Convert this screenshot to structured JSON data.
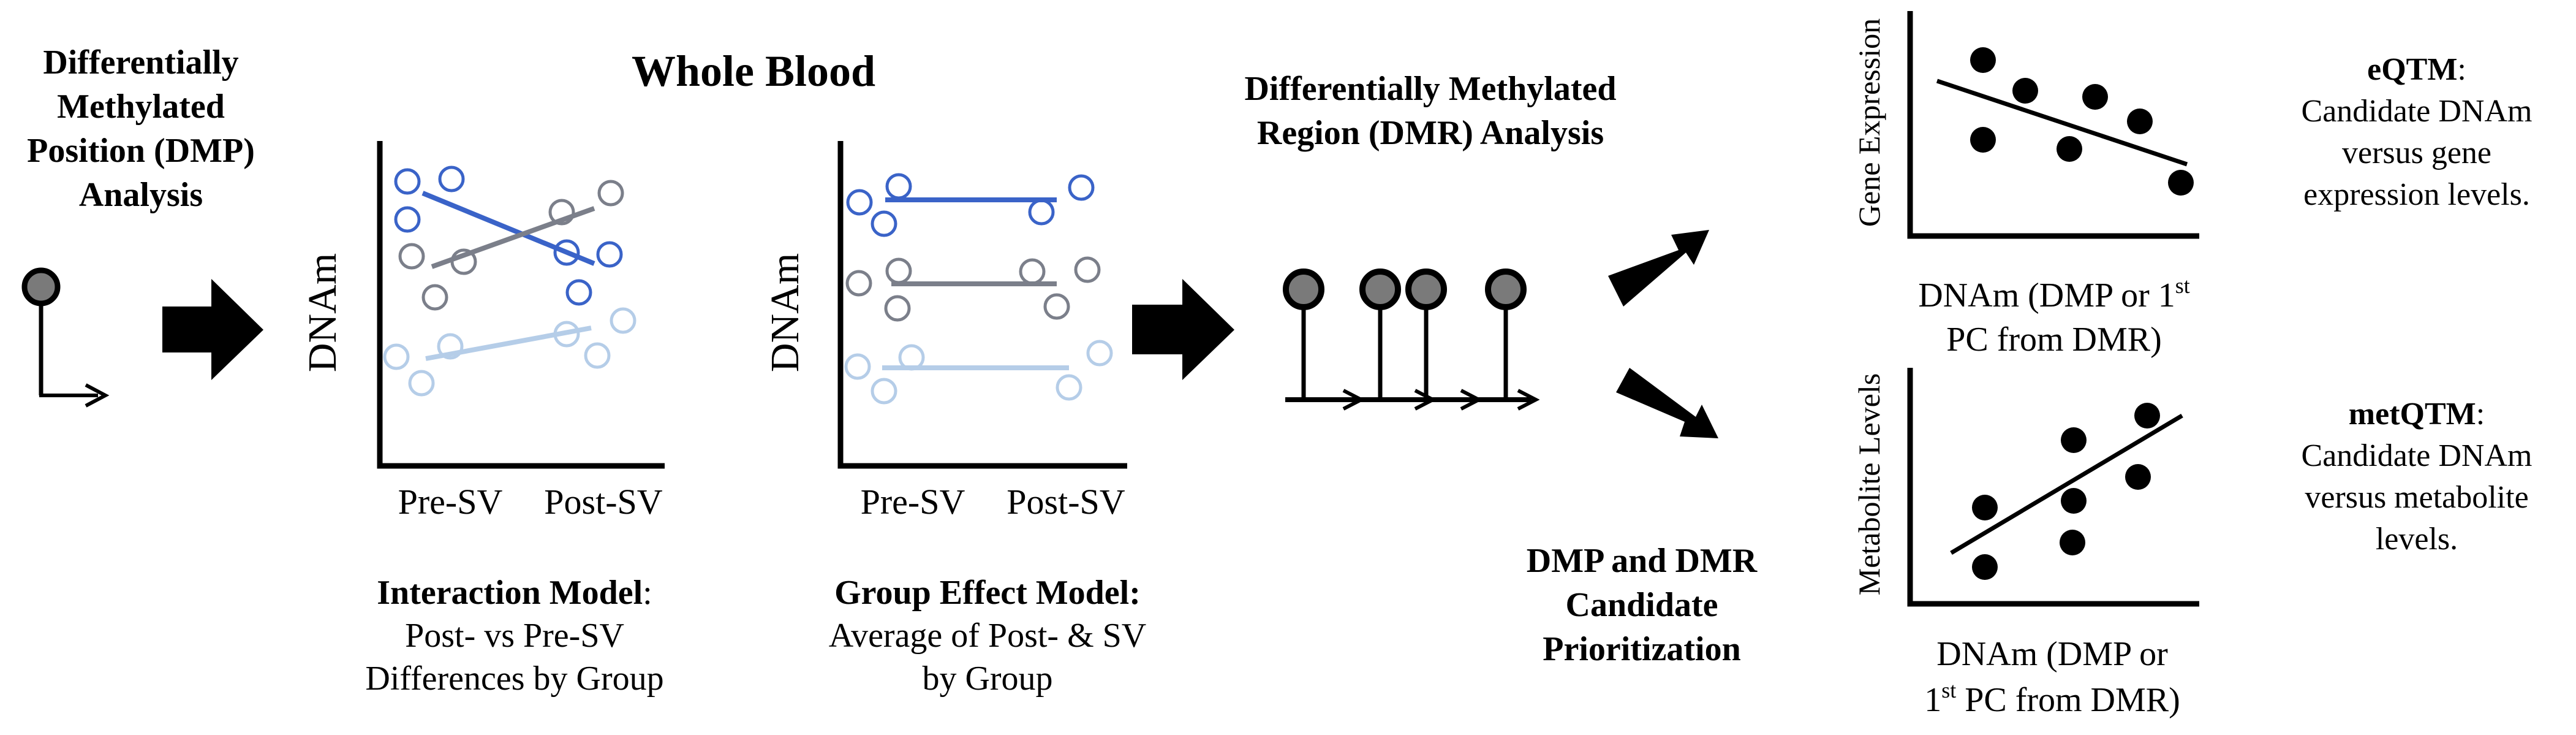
{
  "dmp_title": [
    "Differentially",
    "Methylated",
    "Position (DMP)",
    "Analysis"
  ],
  "whole_blood": "Whole Blood",
  "dnam": "DNAm",
  "pre_sv": "Pre-SV",
  "post_sv": "Post-SV",
  "interaction": {
    "title": "Interaction Model",
    "title_suffix": ":",
    "line1": "Post- vs Pre-SV",
    "line2": "Differences by Group"
  },
  "group_effect": {
    "title": "Group Effect Model:",
    "line1": "Average of Post- & SV",
    "line2": "by Group"
  },
  "dmr_title": [
    "Differentially Methylated",
    "Region (DMR) Analysis"
  ],
  "prioritization": [
    "DMP and DMR",
    "Candidate",
    "Prioritization"
  ],
  "eqtm_plot": {
    "ylabel": "Gene Expression",
    "xlabel_line1_pre": "DNAm (DMP or 1",
    "xlabel_line1_sup": "st",
    "xlabel_line2": "PC from DMR)"
  },
  "metqtm_plot": {
    "ylabel": "Metabolite Levels",
    "xlabel_line1": "DNAm (DMP or",
    "xlabel_line2_pre": "1",
    "xlabel_line2_sup": "st",
    "xlabel_line2_post": " PC from DMR)"
  },
  "eqtm": {
    "title": "eQTM",
    "suffix": ":",
    "lines": [
      "Candidate DNAm",
      "versus gene",
      "expression levels."
    ]
  },
  "metqtm": {
    "title": "metQTM",
    "suffix": ":",
    "lines": [
      "Candidate DNAm",
      "versus metabolite",
      "levels."
    ]
  },
  "colors": {
    "dark_blue": "#3a63c8",
    "grey": "#7b7f8a",
    "light_blue": "#b5cde8",
    "node_fill": "#7a7a7a"
  }
}
